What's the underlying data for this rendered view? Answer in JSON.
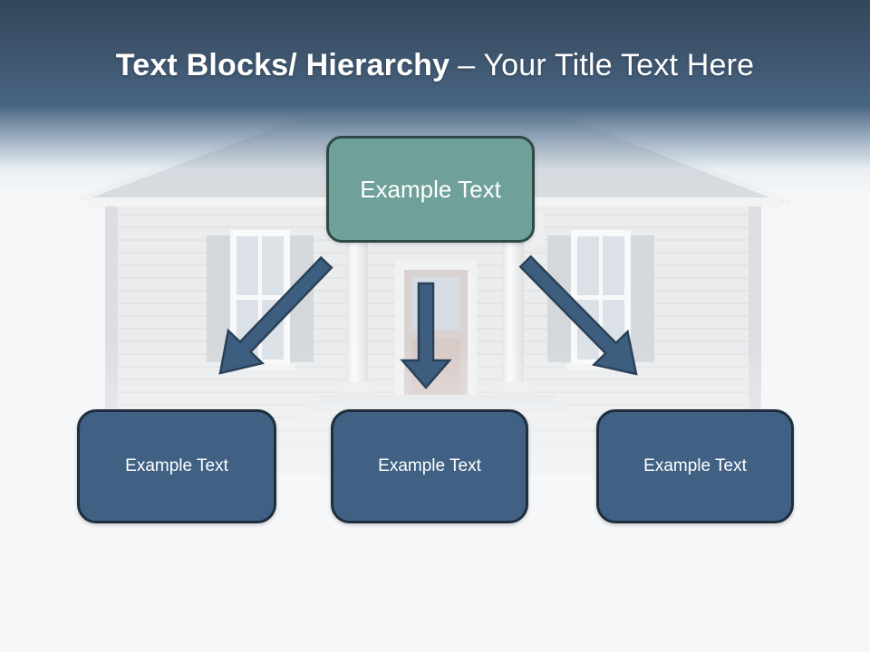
{
  "slide": {
    "title": {
      "bold": "Text Blocks/ Hierarchy",
      "regular": "– Your Title Text Here"
    },
    "diagram": {
      "parent": {
        "label": "Example Text"
      },
      "children": [
        {
          "label": "Example Text"
        },
        {
          "label": "Example Text"
        },
        {
          "label": "Example Text"
        }
      ],
      "arrows": [
        "down-left",
        "down",
        "down-right"
      ]
    },
    "background": "faded house illustration",
    "colors": {
      "header_top": "#36495e",
      "header_mid": "#4c6886",
      "parent_fill": "#6fa09a",
      "parent_border": "#2e4a46",
      "child_fill": "#406184",
      "child_border": "#1f2e3e",
      "arrow_fill": "#3d5e7e",
      "arrow_stroke": "#2a4258",
      "text": "#ffffff"
    }
  }
}
